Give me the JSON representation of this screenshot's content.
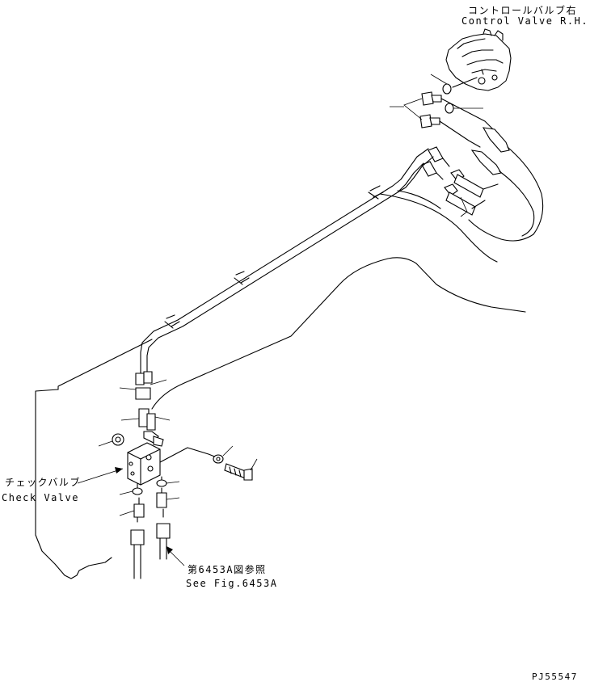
{
  "labels": {
    "control_valve_jp": "コントロールバルブ右",
    "control_valve_en": "Control Valve R.H.",
    "check_valve_jp": "チェックバルブ",
    "check_valve_en": "Check Valve",
    "see_fig_jp": "第6453A図参照",
    "see_fig_en": "See Fig.6453A",
    "drawing_code": "PJ55547"
  }
}
